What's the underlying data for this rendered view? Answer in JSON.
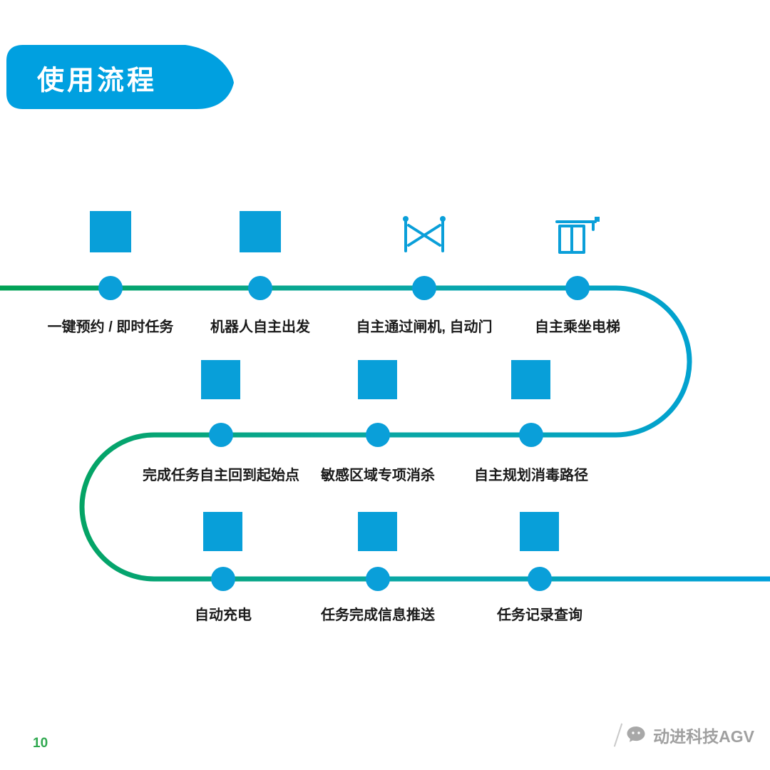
{
  "title": "使用流程",
  "page_number": "10",
  "watermark": {
    "label": "动进科技AGV"
  },
  "colors": {
    "badge_blue": "#00A0E0",
    "node_blue": "#0A9FD9",
    "square_blue": "#089FD9",
    "line_green": "#02A254",
    "line_teal": "#0AA89C",
    "line_blue": "#00A0DC",
    "page_number_green": "#2FA84F",
    "label_dark": "#1B1B1B"
  },
  "flow": {
    "rows": [
      {
        "direction": "left-to-right",
        "items": [
          {
            "label": "一键预约 / 即时任务",
            "icon": "square-icon"
          },
          {
            "label": "机器人自主出发",
            "icon": "square-icon"
          },
          {
            "label": "自主通过闸机, 自动门",
            "icon": "gate-icon"
          },
          {
            "label": "自主乘坐电梯",
            "icon": "elevator-icon"
          }
        ]
      },
      {
        "direction": "right-to-left",
        "items": [
          {
            "label": "完成任务自主回到起始点",
            "icon": "square-icon"
          },
          {
            "label": "敏感区域专项消杀",
            "icon": "square-icon"
          },
          {
            "label": "自主规划消毒路径",
            "icon": "square-icon"
          }
        ]
      },
      {
        "direction": "left-to-right",
        "items": [
          {
            "label": "自动充电",
            "icon": "square-icon"
          },
          {
            "label": "任务完成信息推送",
            "icon": "square-icon"
          },
          {
            "label": "任务记录查询",
            "icon": "square-icon"
          }
        ]
      }
    ]
  }
}
